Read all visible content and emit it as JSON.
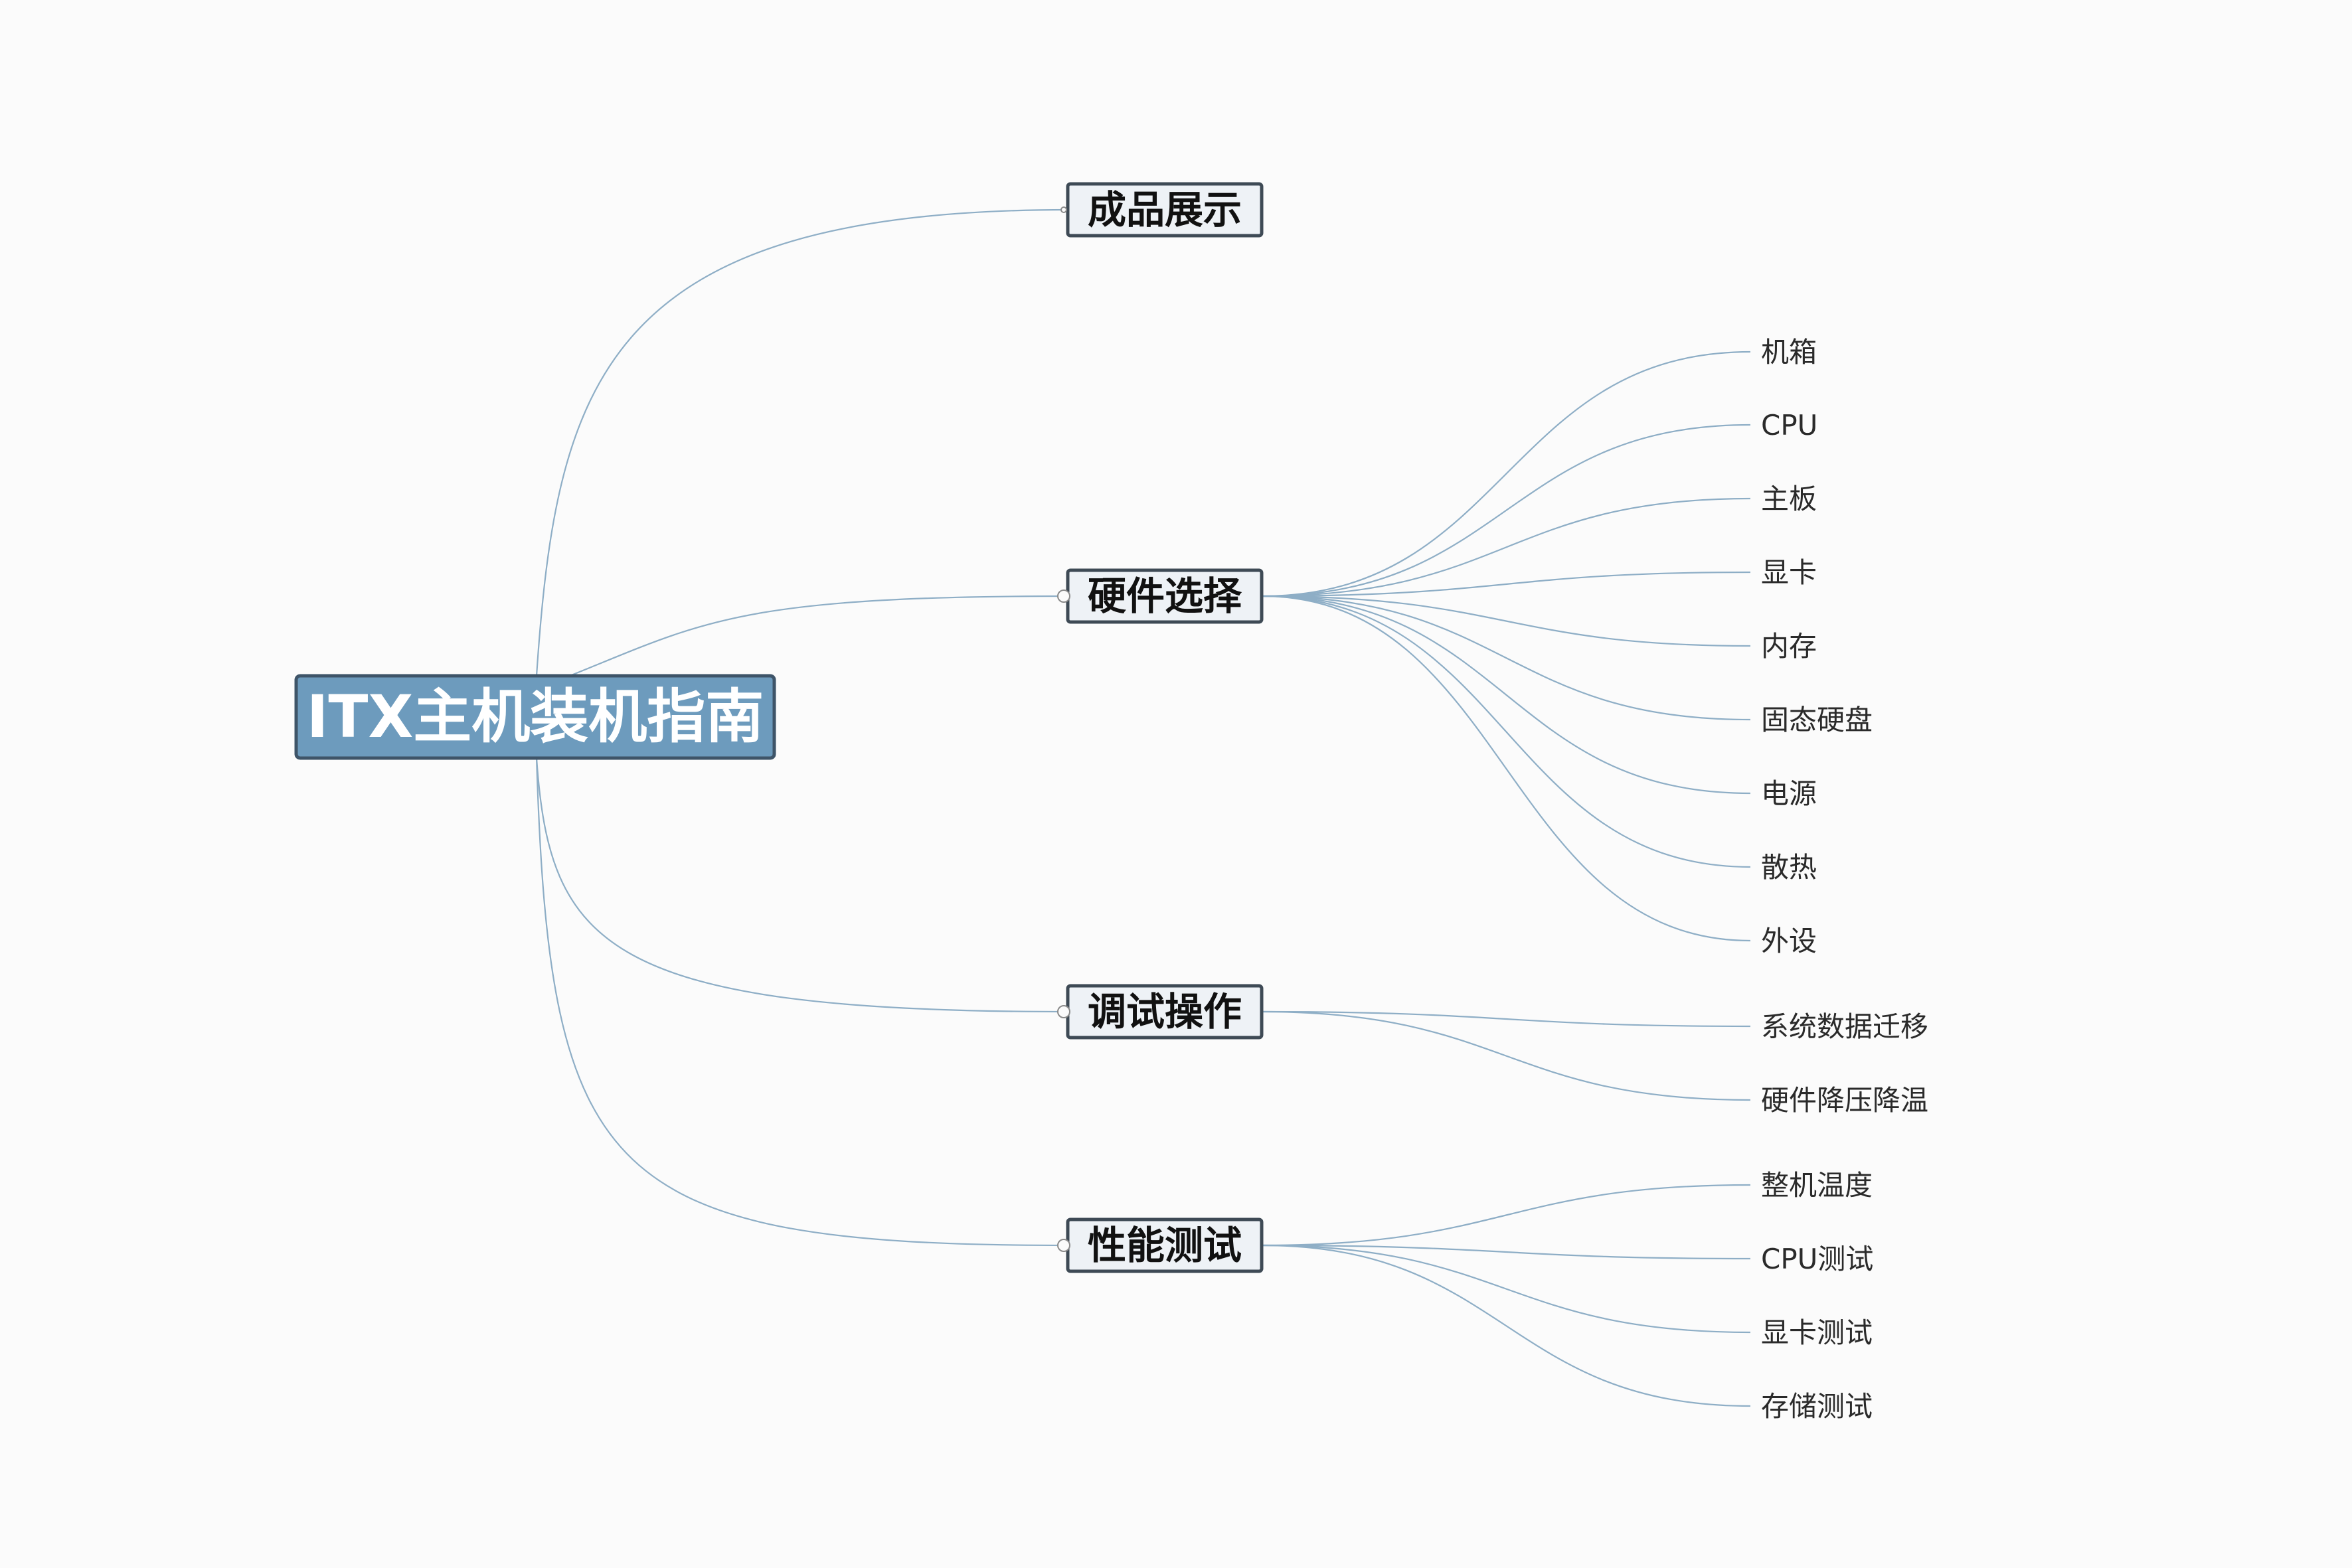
{
  "colors": {
    "background": "#fbfbfb",
    "root_fill": "#6d9bbd",
    "root_border": "#3e5468",
    "root_text": "#ffffff",
    "branch_fill": "#eef2f6",
    "branch_border": "#3e4a55",
    "branch_text": "#111111",
    "leaf_text": "#2a2a2a",
    "connector": "#8eaec6"
  },
  "root": {
    "label": "ITX主机装机指南"
  },
  "branches": [
    {
      "id": "showcase",
      "label": "成品展示",
      "children": []
    },
    {
      "id": "hardware",
      "label": "硬件选择",
      "children": [
        "机箱",
        "CPU",
        "主板",
        "显卡",
        "内存",
        "固态硬盘",
        "电源",
        "散热",
        "外设"
      ]
    },
    {
      "id": "debug",
      "label": "调试操作",
      "children": [
        "系统数据迁移",
        "硬件降压降温"
      ]
    },
    {
      "id": "perf",
      "label": "性能测试",
      "children": [
        "整机温度",
        "CPU测试",
        "显卡测试",
        "存储测试"
      ]
    }
  ]
}
